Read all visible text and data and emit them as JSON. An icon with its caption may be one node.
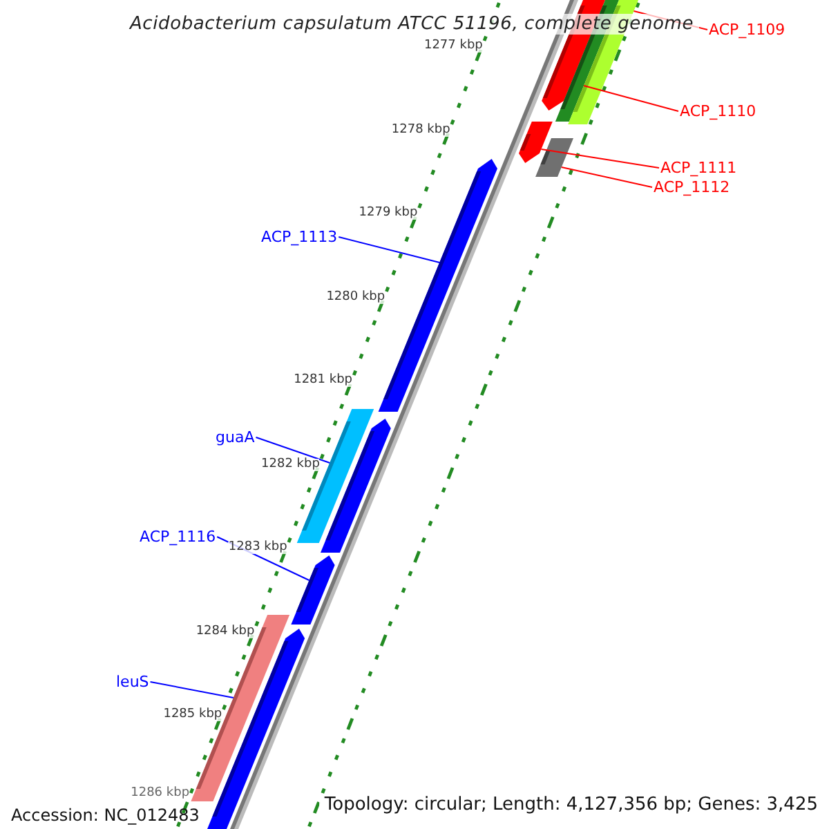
{
  "diagram": {
    "title": "Acidobacterium capsulatum ATCC 51196, complete genome",
    "nodes": [
      {
        "text": [
          "ACP_1109"
        ]
      },
      {
        "text": [],
        "shape": "arrow"
      },
      {
        "text": [],
        "shape": "bar"
      },
      {
        "text": [],
        "shape": "bar"
      },
      {
        "text": [
          "ACP_1110"
        ]
      },
      {
        "text": [],
        "shape": "arrow"
      },
      {
        "text": [],
        "shape": "bar"
      },
      {
        "text": [
          "ACP_1111"
        ]
      },
      {
        "text": [
          "ACP_1112"
        ]
      },
      {
        "text": [],
        "shape": "arrow"
      },
      {
        "text": [
          "ACP_1113"
        ]
      },
      {
        "text": [],
        "shape": "bar"
      },
      {
        "text": [
          "guaA"
        ]
      },
      {
        "text": [],
        "shape": "arrow"
      },
      {
        "text": [
          "ACP_1116"
        ]
      },
      {
        "text": [],
        "shape": "arrow"
      },
      {
        "text": [],
        "shape": "bar"
      },
      {
        "text": [
          "leuS"
        ]
      },
      {
        "text": [],
        "shape": "arrow"
      }
    ],
    "edges": [
      {
        "from": 0,
        "to": 3,
        "arrow": "none",
        "color": "#ff0000"
      },
      {
        "from": 4,
        "to": 2,
        "arrow": "none",
        "color": "#ff0000"
      },
      {
        "from": 7,
        "to": 5,
        "arrow": "none",
        "color": "#ff0000"
      },
      {
        "from": 8,
        "to": 6,
        "arrow": "none",
        "color": "#ff0000"
      },
      {
        "from": 10,
        "to": 9,
        "arrow": "none",
        "color": "#0000ff"
      },
      {
        "from": 12,
        "to": 11,
        "arrow": "none",
        "color": "#0000ff"
      },
      {
        "from": 14,
        "to": 15,
        "arrow": "none",
        "color": "#0000ff"
      },
      {
        "from": 17,
        "to": 16,
        "arrow": "none",
        "color": "#0000ff"
      }
    ],
    "labels": [
      "1277 kbp",
      "1278 kbp",
      "1279 kbp",
      "1280 kbp",
      "1281 kbp",
      "1282 kbp",
      "1283 kbp",
      "1284 kbp",
      "1285 kbp",
      "1286 kbp",
      "Accession: NC_012483",
      "Topology: circular; Length: 4,127,356 bp; Genes: 3,425"
    ]
  }
}
